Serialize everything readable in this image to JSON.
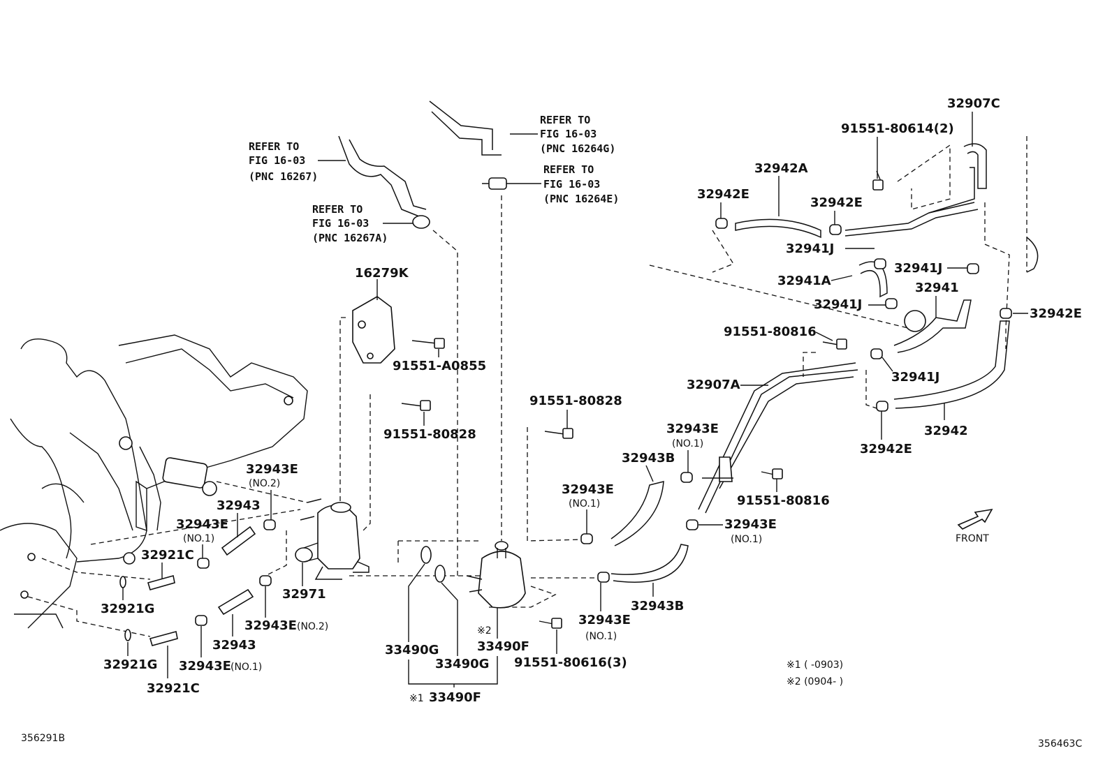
{
  "refs": {
    "r1": [
      "REFER TO",
      "FIG 16-03",
      "(PNC 16267)"
    ],
    "r2": [
      "REFER TO",
      "FIG 16-03",
      "(PNC 16267A)"
    ],
    "r3": [
      "REFER TO",
      "FIG 16-03",
      "(PNC 16264G)"
    ],
    "r4": [
      "REFER TO",
      "FIG 16-03",
      "(PNC 16264E)"
    ]
  },
  "labels": {
    "p16279K": "16279K",
    "b91551A0855": "91551-A0855",
    "b91551_80828a": "91551-80828",
    "b91551_80828b": "91551-80828",
    "p32943E_no2_top": "32943E",
    "no2_top": "(NO.2)",
    "p32943_top": "32943",
    "p32943E_no1_left": "32943E",
    "no1_left": "(NO.1)",
    "p32921C_top": "32921C",
    "p32921G_top": "32921G",
    "p32971": "32971",
    "p32943E_no2_bottom": "32943E",
    "no2_bottom": "(NO.2)",
    "p32943_bottom": "32943",
    "p32921G_bottom": "32921G",
    "p32943E_no1_bottom": "32943E",
    "no1_bottom": "(NO.1)",
    "p32921C_bottom": "32921C",
    "p33490G_a": "33490G",
    "p33490G_b": "33490G",
    "mark2": "※2",
    "p33490F_top": "33490F",
    "mark1": "※1",
    "p33490F_bottom": "33490F",
    "b91551_80616": "91551-80616(3)",
    "p32943E_mid": "32943E",
    "no1_mid": "(NO.1)",
    "p32943B_top": "32943B",
    "p32943E_no1_c": "32943E",
    "no1_c": "(NO.1)",
    "p32943E_no1_d": "32943E",
    "no1_d": "(NO.1)",
    "p32943B_bottom": "32943B",
    "p32943E_no1_e": "32943E",
    "no1_e": "(NO.1)",
    "p32907A": "32907A",
    "b91551_80816_a": "91551-80816",
    "b91551_80816_b": "91551-80816",
    "p32942E_a": "32942E",
    "p32942A": "32942A",
    "p32942E_b": "32942E",
    "b91551_80614": "91551-80614(2)",
    "p32907C": "32907C",
    "p32941J_a": "32941J",
    "p32941A": "32941A",
    "p32941J_b": "32941J",
    "p32941J_c": "32941J",
    "p32941": "32941",
    "p32942E_c": "32942E",
    "p32941J_d": "32941J",
    "p32942E_d": "32942E",
    "p32942": "32942",
    "front": "FRONT",
    "note1": "※1 (    -0903)",
    "note2": "※2 (0904-    )",
    "fig_left": "356291B",
    "fig_right": "356463C"
  }
}
